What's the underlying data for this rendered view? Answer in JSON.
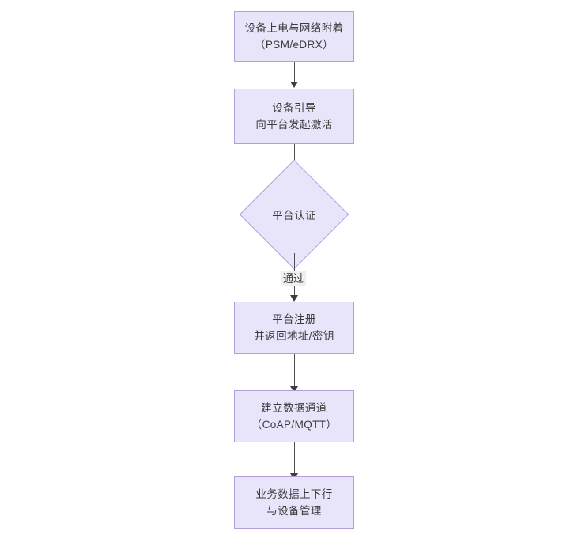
{
  "diagram": {
    "type": "flowchart",
    "orientation": "top-to-bottom",
    "background_color": "#ffffff",
    "node_fill_color": "#e8e4fa",
    "node_border_color": "#b39ddb",
    "text_color": "#3b3b3b",
    "edge_color": "#4d4d4d",
    "edge_label_background": "#efefef",
    "nodes": [
      {
        "id": "n1",
        "shape": "rectangle",
        "lines": [
          "设备上电与网络附着",
          "（PSM/eDRX）"
        ]
      },
      {
        "id": "n2",
        "shape": "rectangle",
        "lines": [
          "设备引导",
          "向平台发起激活"
        ]
      },
      {
        "id": "n3",
        "shape": "diamond",
        "lines": [
          "平台认证"
        ]
      },
      {
        "id": "n4",
        "shape": "rectangle",
        "lines": [
          "平台注册",
          "并返回地址/密钥"
        ]
      },
      {
        "id": "n5",
        "shape": "rectangle",
        "lines": [
          "建立数据通道",
          "（CoAP/MQTT）"
        ]
      },
      {
        "id": "n6",
        "shape": "rectangle",
        "lines": [
          "业务数据上下行",
          "与设备管理"
        ]
      }
    ],
    "edges": [
      {
        "id": "e1",
        "from": "n1",
        "to": "n2",
        "label": ""
      },
      {
        "id": "e2",
        "from": "n2",
        "to": "n3",
        "label": ""
      },
      {
        "id": "e3",
        "from": "n3",
        "to": "n4",
        "label": "通过"
      },
      {
        "id": "e4",
        "from": "n4",
        "to": "n5",
        "label": ""
      },
      {
        "id": "e5",
        "from": "n5",
        "to": "n6",
        "label": ""
      }
    ]
  }
}
